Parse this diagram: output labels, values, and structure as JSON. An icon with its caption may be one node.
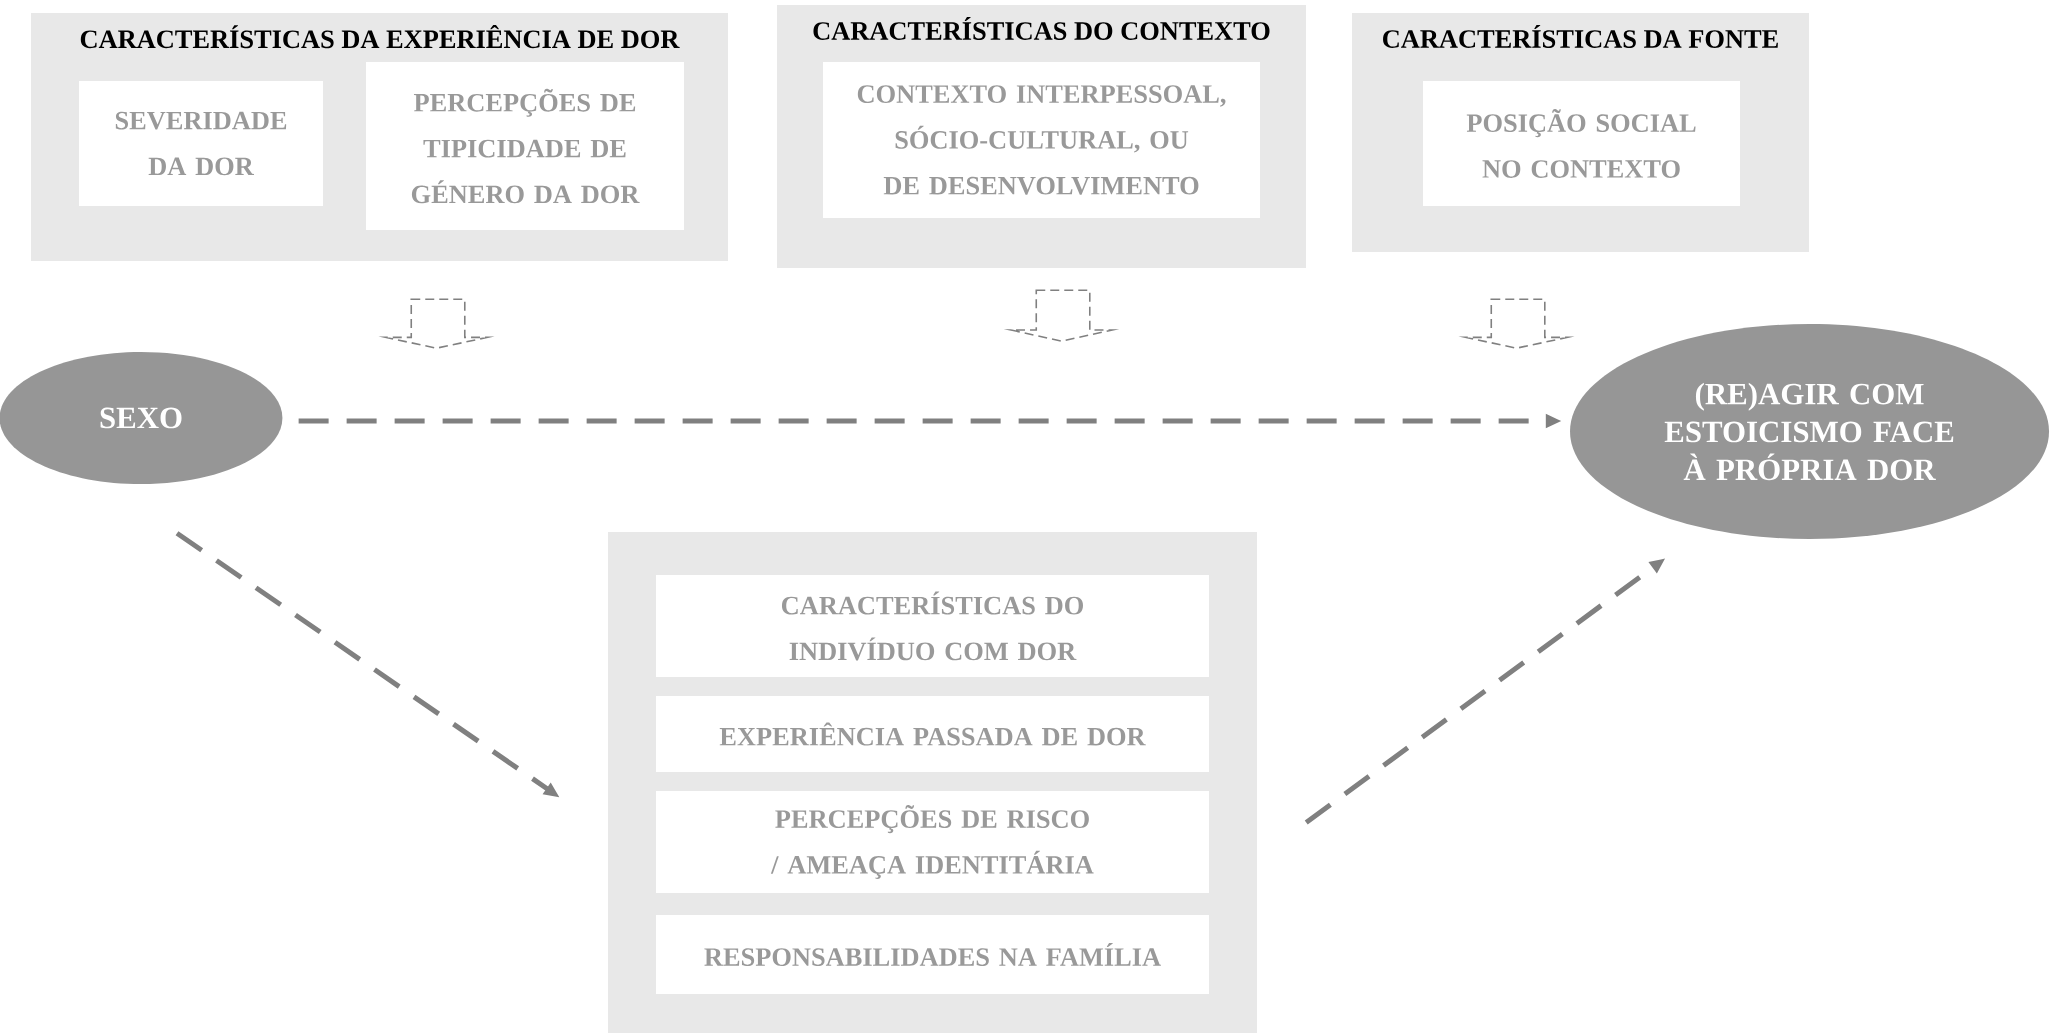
{
  "diagram": {
    "nodes": [
      {
        "text": [
          "CARACTERÍSTICAS DA EXPERIÊNCIA DE DOR"
        ]
      },
      {
        "text": [
          "SEVERIDADE DA DOR"
        ],
        "in": 0
      },
      {
        "text": [
          "PERCEPÇÕES DE TIPICIDADE DE GÉNERO DA DOR"
        ],
        "in": 0
      },
      {
        "text": [
          "CARACTERÍSTICAS DO CONTEXTO"
        ]
      },
      {
        "text": [
          "CONTEXTO INTERPESSOAL, SÓCIO-CULTURAL, OU DE DESENVOLVIMENTO"
        ],
        "in": 3
      },
      {
        "text": [
          "CARACTERÍSTICAS DA FONTE"
        ]
      },
      {
        "text": [
          "POSIÇÃO SOCIAL NO CONTEXTO"
        ],
        "in": 5
      },
      {
        "text": [
          "SEXO"
        ]
      },
      {
        "text": [
          "(RE)AGIR COM ESTOICISMO FACE À PRÓPRIA DOR"
        ]
      },
      {
        "text": [],
        "shape": "box"
      },
      {
        "text": [
          "CARACTERÍSTICAS DO INDIVÍDUO COM DOR"
        ],
        "in": 9
      },
      {
        "text": [
          "EXPERIÊNCIA PASSADA DE DOR"
        ],
        "in": 9
      },
      {
        "text": [
          "PERCEPÇÕES DE RISCO / AMEAÇA IDENTITÁRIA"
        ],
        "in": 9
      },
      {
        "text": [
          "RESPONSABILIDADES NA FAMÍLIA"
        ],
        "in": 9
      }
    ],
    "edges": [
      {
        "from": 7,
        "to": 8,
        "arrow": "to",
        "style": "dashed"
      },
      {
        "from": 7,
        "to": 9,
        "arrow": "to",
        "style": "dashed"
      },
      {
        "from": 9,
        "to": 8,
        "arrow": "to",
        "style": "dashed"
      },
      {
        "from": 0,
        "to": null,
        "arrow": "to",
        "style": "dashed"
      },
      {
        "from": 3,
        "to": null,
        "arrow": "to",
        "style": "dashed"
      },
      {
        "from": 5,
        "to": null,
        "arrow": "to",
        "style": "dashed"
      }
    ]
  }
}
